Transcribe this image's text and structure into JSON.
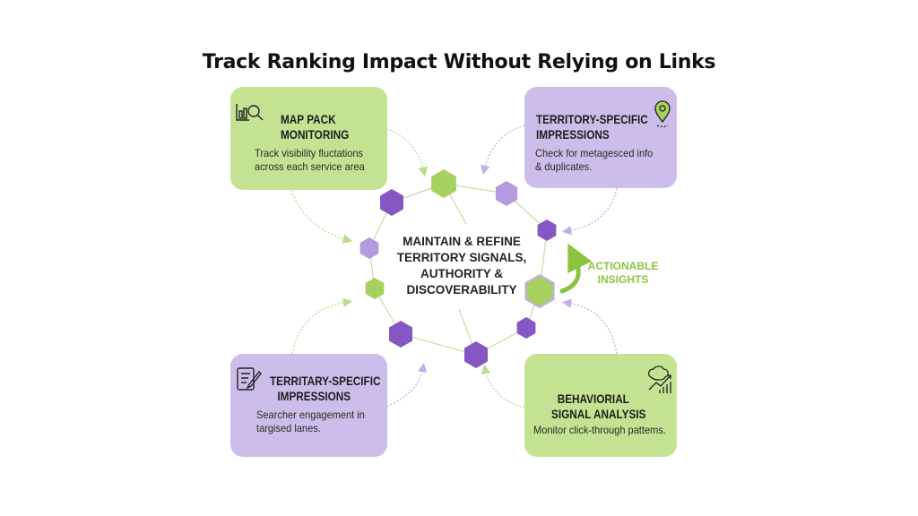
{
  "title": "Track Ranking Impact Without Relying on Links",
  "center_text": [
    "MAINTAIN & REFINE",
    "TERRITORY SIGNALS,",
    "AUTHORITY &",
    "DISCOVERABILITY"
  ],
  "actionable": [
    "ACTIONABLE",
    "INSIGHTS"
  ],
  "cards": [
    {
      "heading": [
        "MAP PACK",
        "MONITORING"
      ],
      "desc": [
        "Track visibility fluctations",
        "across each service area"
      ],
      "icon": "chart-magnifier-icon",
      "color": "#c3e393"
    },
    {
      "heading": [
        "TERRITORY-SPECIFIC",
        "IMPRESSIONS"
      ],
      "desc": [
        "Check for metagesced info",
        "& duplicates."
      ],
      "icon": "location-pin-icon",
      "color": "#cdbdea"
    },
    {
      "heading": [
        "TERRITARY-SPECIFIC",
        "IMPRESSIONS"
      ],
      "desc": [
        "Searcher engagement in",
        "targised lanes."
      ],
      "icon": "document-pen-icon",
      "color": "#cdbdea"
    },
    {
      "heading": [
        "BEHAVIORIAL",
        "SIGNAL ANALYSIS"
      ],
      "desc": [
        "Monitor click-through pattems."
      ],
      "icon": "brain-chart-icon",
      "color": "#c3e393"
    }
  ],
  "colors": {
    "green": "#a6d160",
    "purple_light": "#b59ae0",
    "purple_dark": "#8656c4",
    "accent_text": "#8cc43f"
  }
}
